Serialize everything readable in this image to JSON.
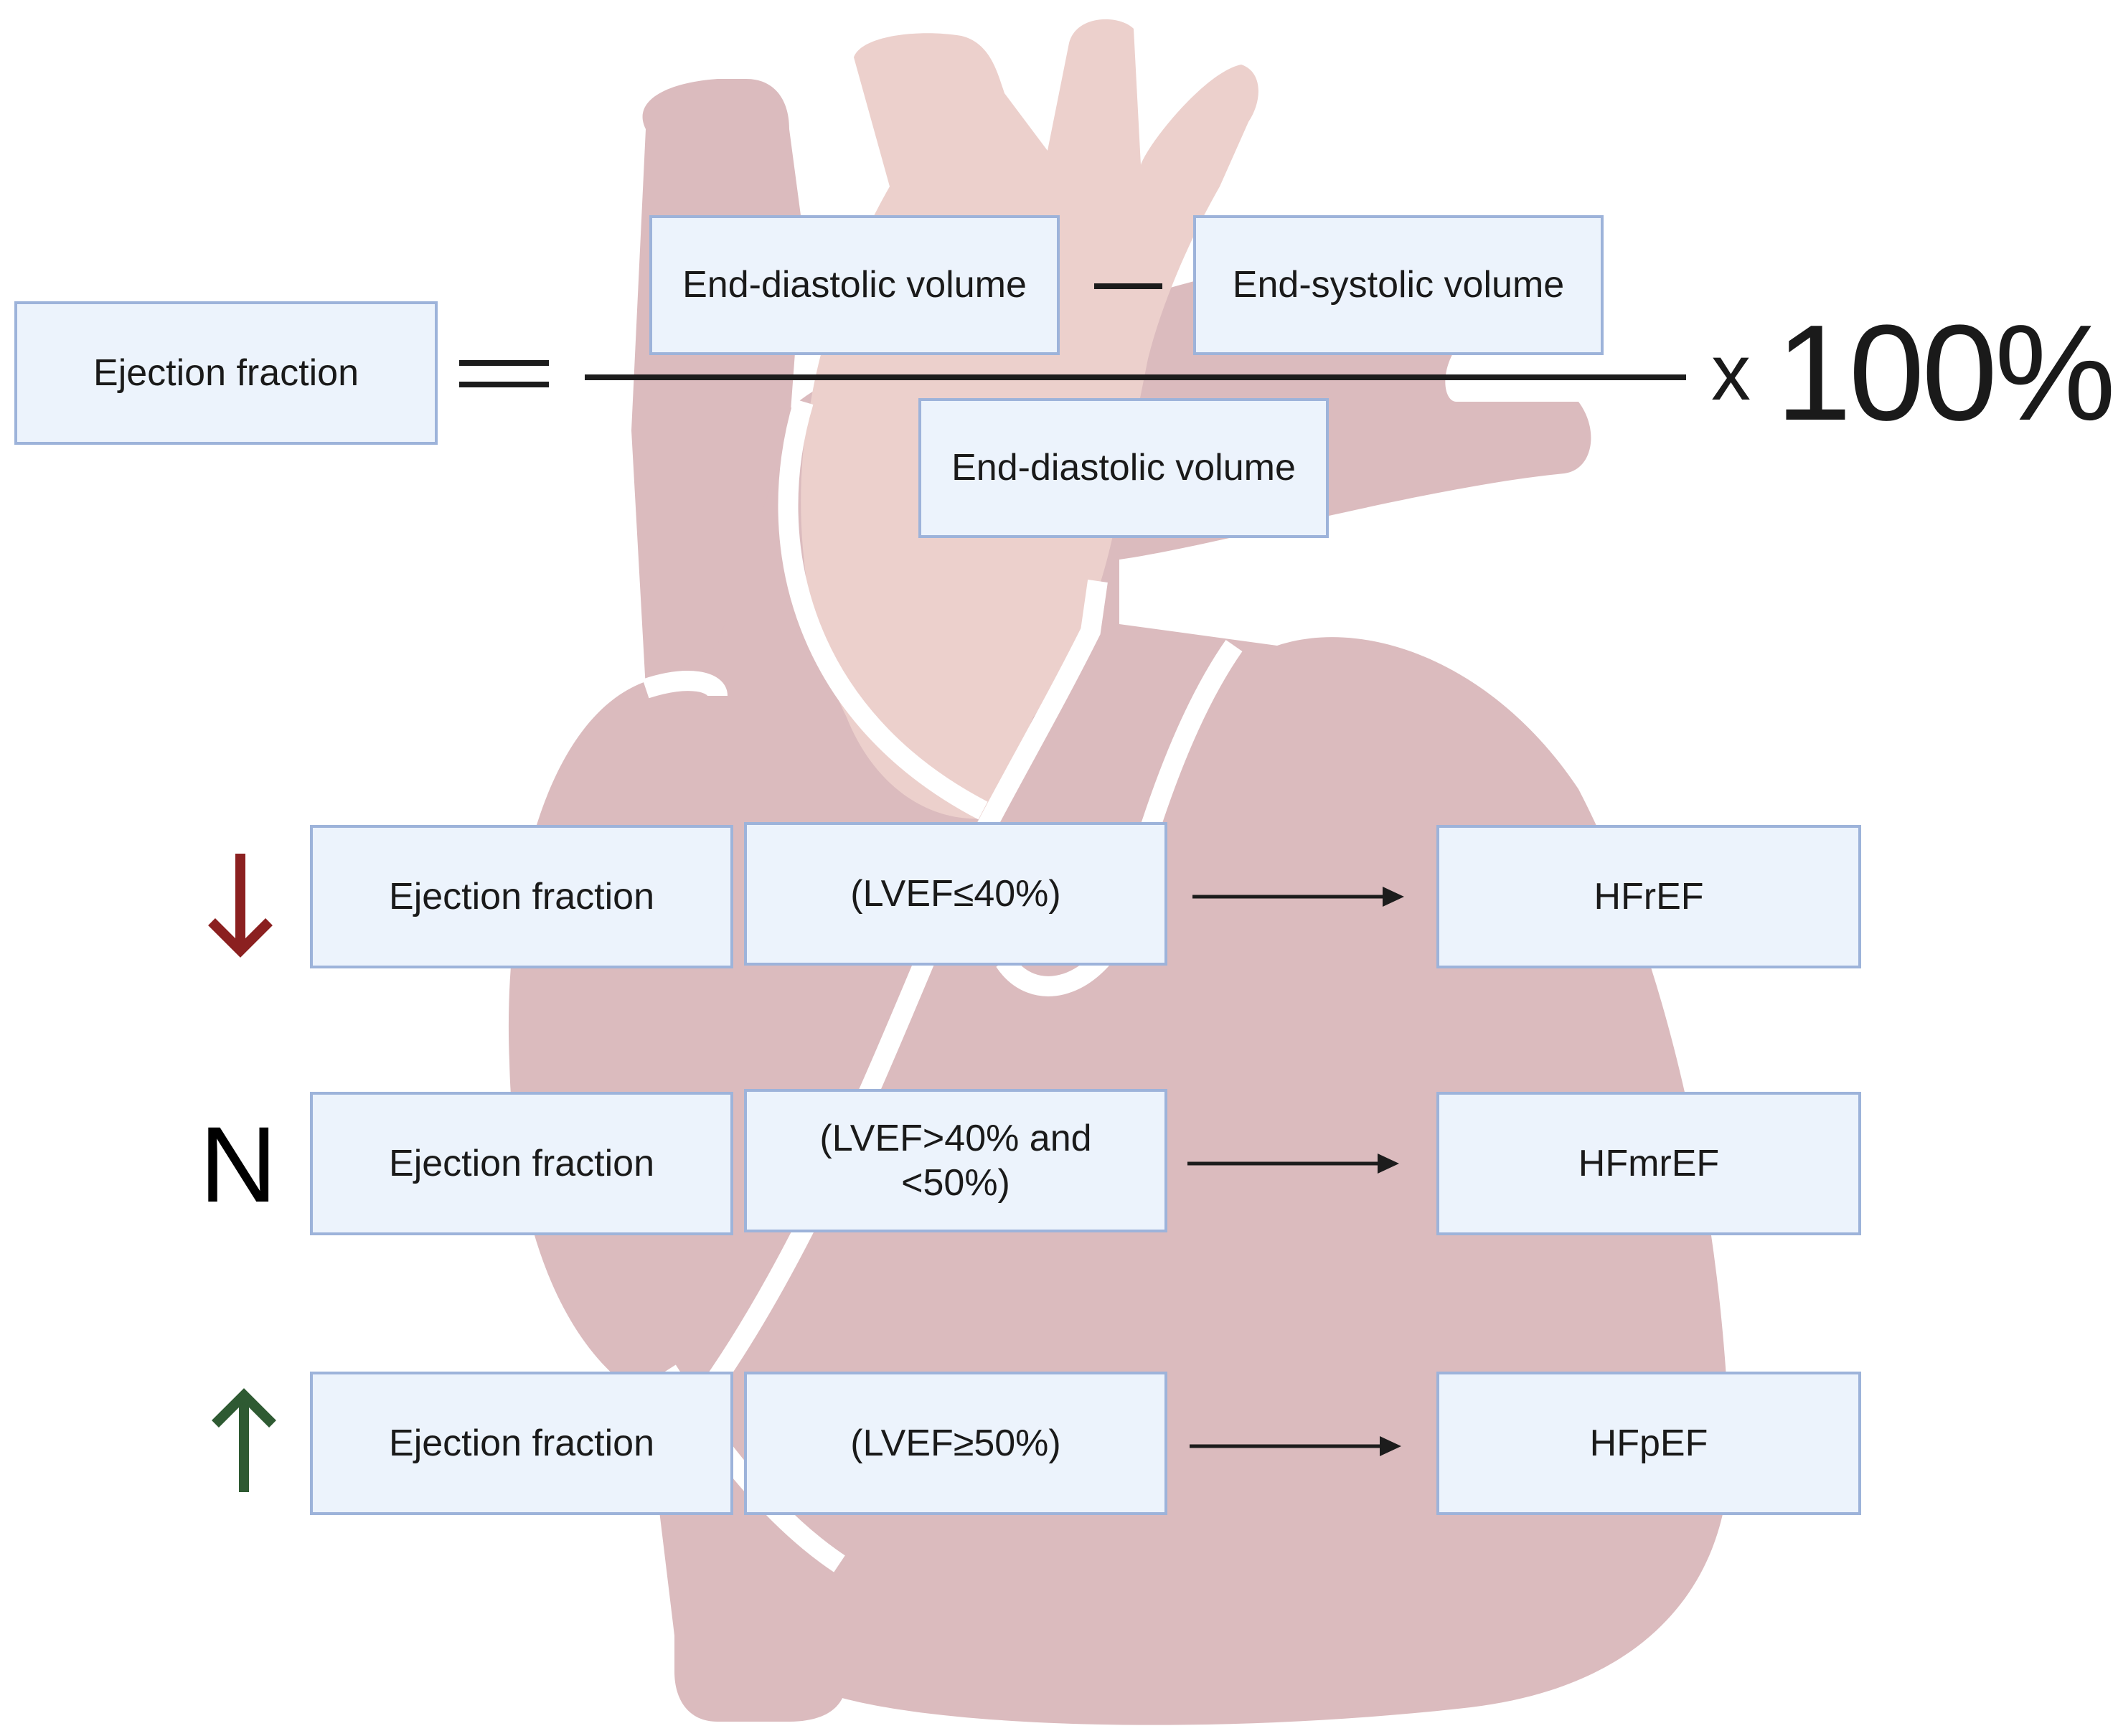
{
  "formula": {
    "result_label": "Ejection fraction",
    "numerator_left": "End-diastolic volume",
    "numerator_right": "End-systolic volume",
    "denominator": "End-diastolic volume",
    "multiplier": "x",
    "percent": "100%"
  },
  "rows": [
    {
      "indicator": "decrease",
      "label": "Ejection fraction",
      "range": "(LVEF≤40%)",
      "result": "HFrEF",
      "color": "#8b2020"
    },
    {
      "indicator": "N",
      "label": "Ejection fraction",
      "range": "(LVEF>40% and <50%)",
      "result": "HFmrEF",
      "color": "#000000"
    },
    {
      "indicator": "increase",
      "label": "Ejection fraction",
      "range": "(LVEF≥50%)",
      "result": "HFpEF",
      "color": "#2e5a32"
    }
  ],
  "colors": {
    "heart_main": "#dbbbbe",
    "heart_light": "#ecd0cc",
    "box_fill": "#ecf3fc",
    "box_border": "#9db3da"
  }
}
